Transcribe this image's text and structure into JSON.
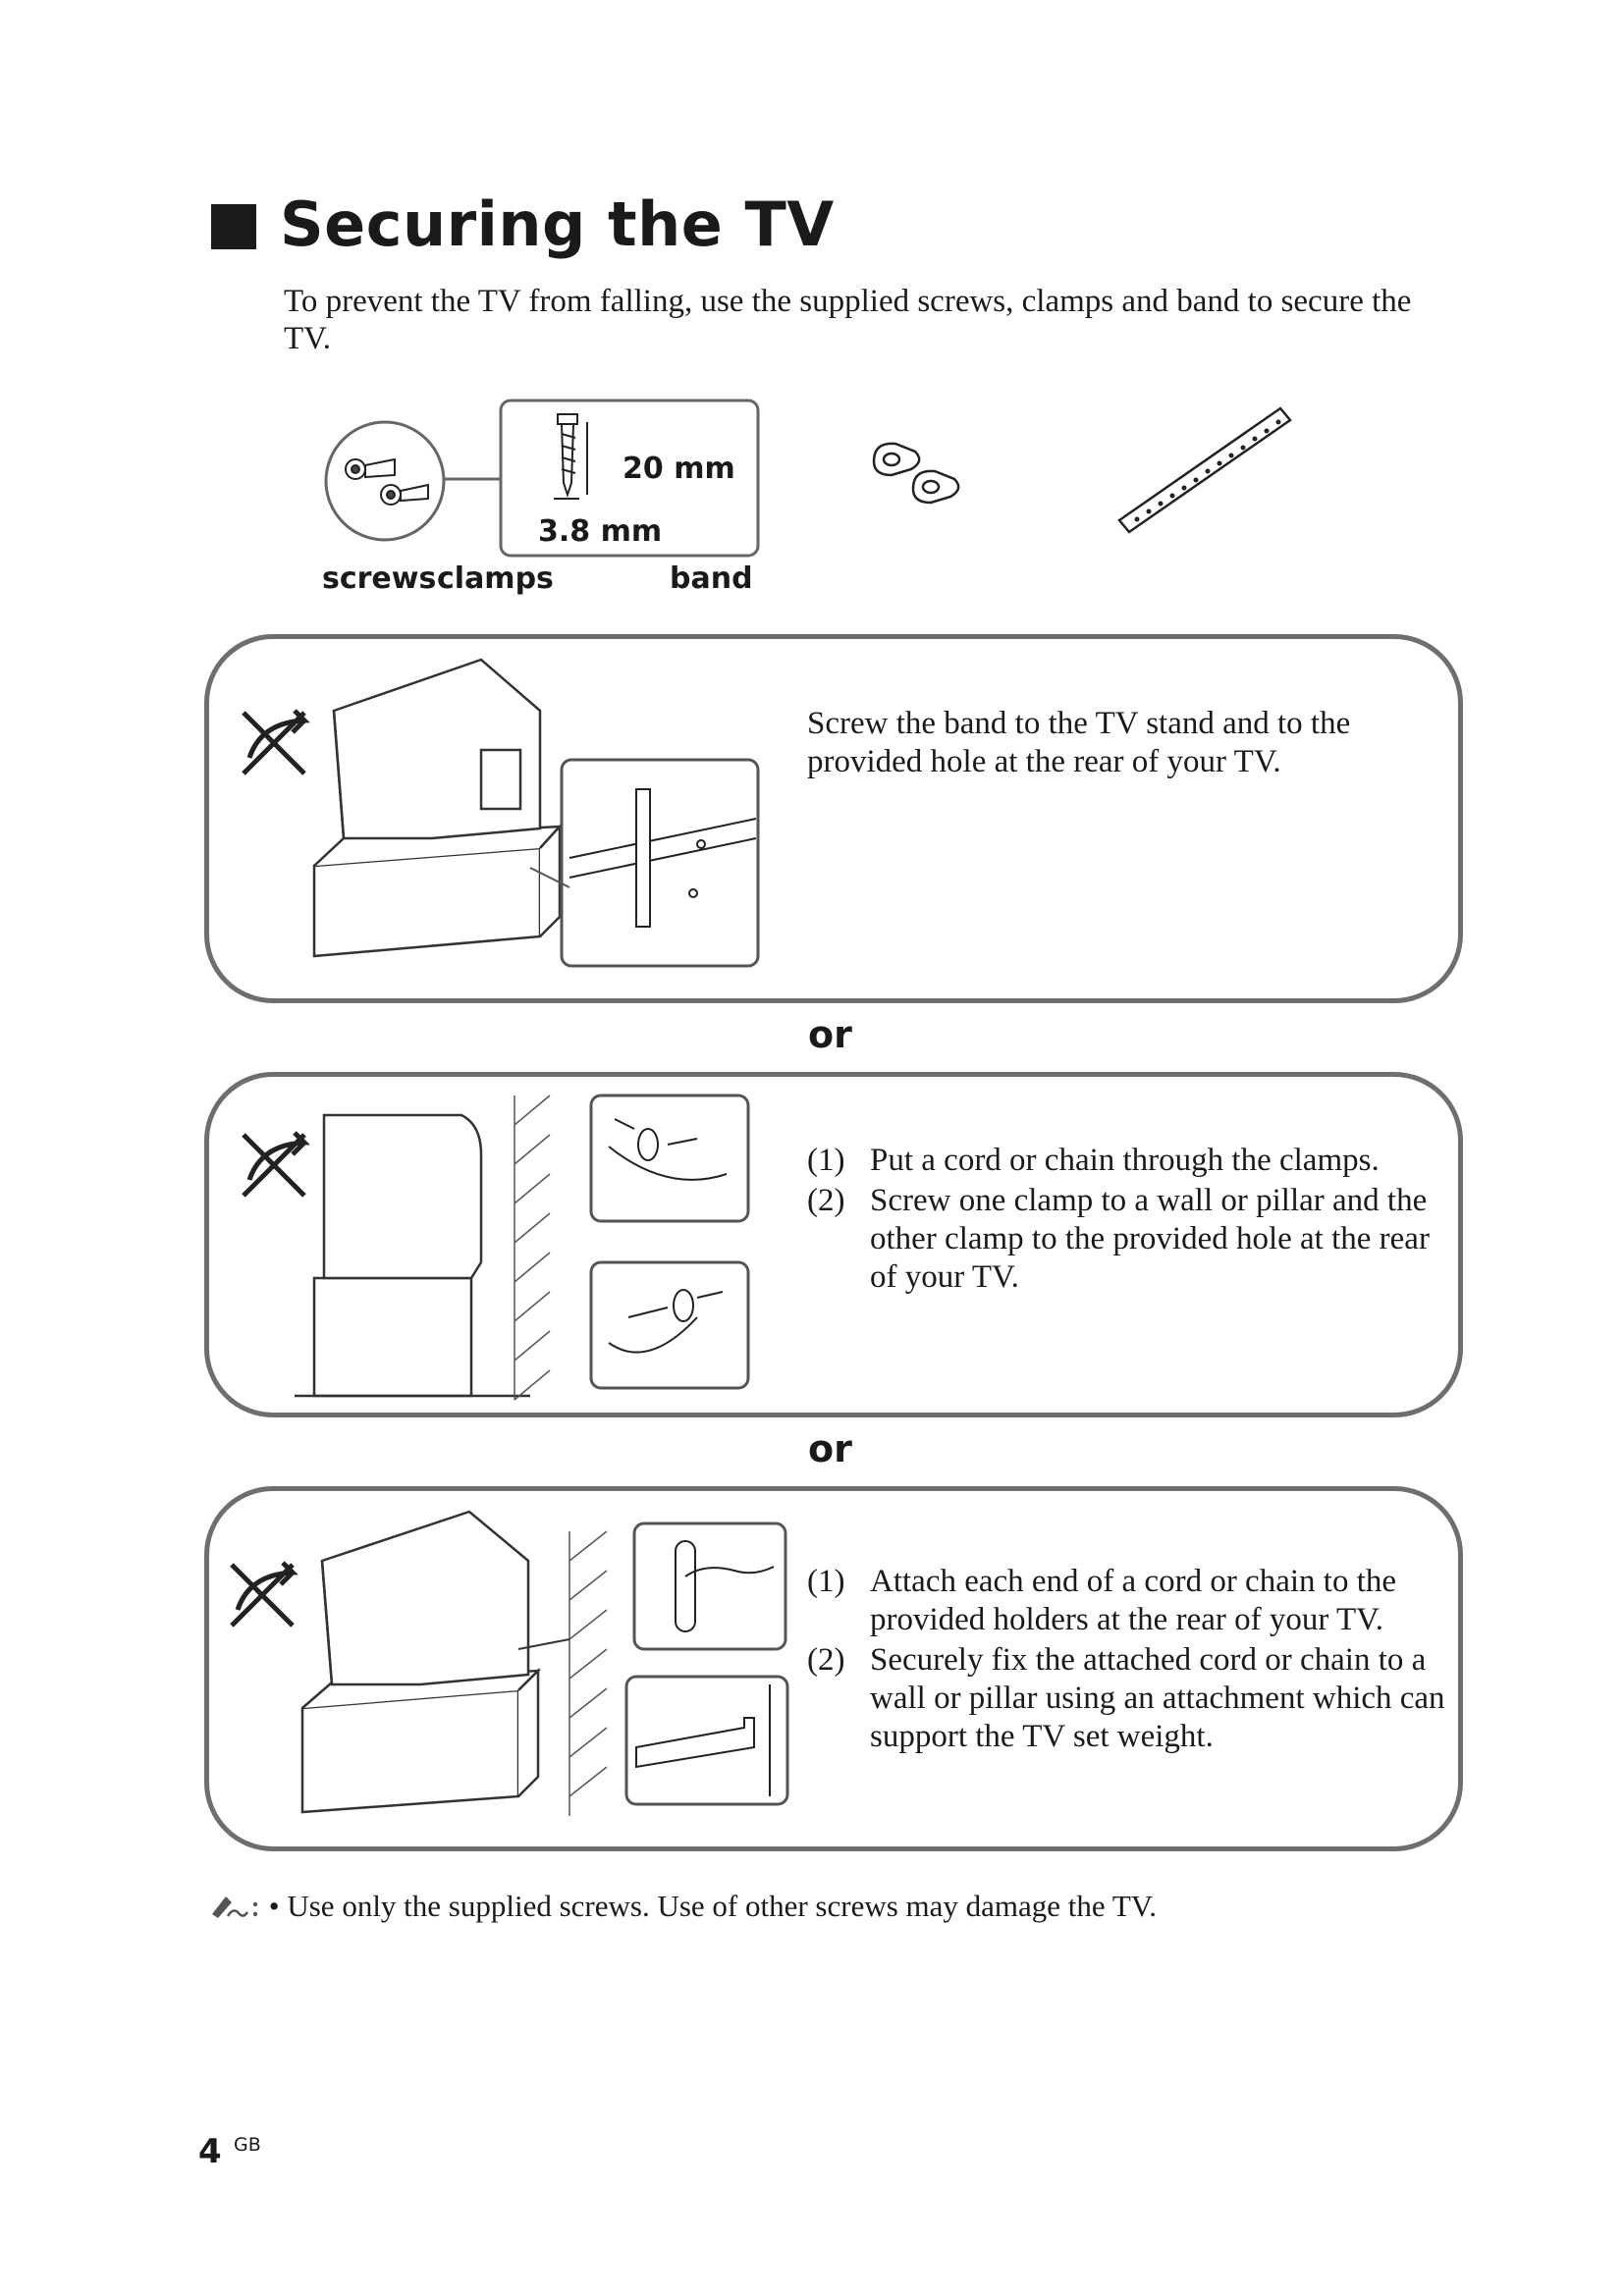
{
  "heading": {
    "title": "Securing the TV"
  },
  "intro": "To prevent the TV from falling, use the supplied screws, clamps and band to secure the TV.",
  "parts": {
    "screw_length": "20 mm",
    "screw_diameter": "3.8 mm",
    "labels": {
      "screws": "screws",
      "clamps": "clamps",
      "band": "band"
    }
  },
  "method1": {
    "text": "Screw the band to the TV stand and to the provided hole at the rear of your TV."
  },
  "or_1": "or",
  "method2": {
    "steps": [
      {
        "num": "(1)",
        "text": "Put a cord or chain through the clamps."
      },
      {
        "num": "(2)",
        "text": "Screw one clamp to a wall or pillar and the other clamp to the provided hole at the rear of your TV."
      }
    ]
  },
  "or_2": "or",
  "method3": {
    "steps": [
      {
        "num": "(1)",
        "text": "Attach each end of a cord or chain to the provided holders at the rear of your TV."
      },
      {
        "num": "(2)",
        "text": "Securely fix the attached cord or chain to a wall or pillar using an attachment which can support the TV set weight."
      }
    ]
  },
  "note": {
    "icon": "note-pencil-icon",
    "text": "• Use only the supplied screws. Use of other screws may damage the TV."
  },
  "footer": {
    "page_number": "4",
    "region": "GB"
  }
}
